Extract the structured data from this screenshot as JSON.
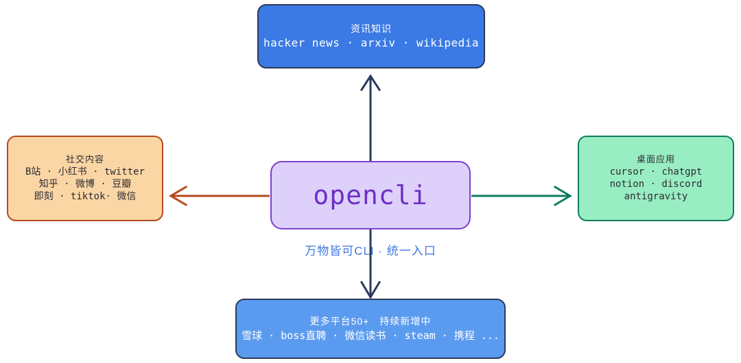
{
  "diagram": {
    "title": "opencli",
    "tagline": "万物皆可CLI  ·  统一入口",
    "colors": {
      "core_fill": "#ddd0fb",
      "core_border": "#7c3fd0",
      "core_text": "#6d2fc4",
      "info_fill": "#3b7ae4",
      "info_border": "#2a3a5c",
      "social_fill": "#fbd6a5",
      "social_border": "#b5491f",
      "desktop_fill": "#99edc3",
      "desktop_border": "#0f7b5f",
      "more_fill": "#5b9bef",
      "more_border": "#2a3a5c",
      "tagline_text": "#3f78e0",
      "arrow_up": "#2a3a5c",
      "arrow_down": "#2a3a5c",
      "arrow_left": "#b5491f",
      "arrow_right": "#0f7b5f"
    },
    "nodes": {
      "core": {
        "label": "opencli"
      },
      "info": {
        "title": "资讯知识",
        "items": "hacker news · arxiv · wikipedia"
      },
      "social": {
        "title": "社交内容",
        "line1": "B站 · 小红书 · twitter",
        "line2": "知乎 · 微博 · 豆瓣",
        "line3": "即刻 · tiktok· 微信"
      },
      "desktop": {
        "title": "桌面应用",
        "line1": "cursor · chatgpt",
        "line2": "notion · discord",
        "line3": "antigravity"
      },
      "more": {
        "title": "更多平台50+　持续新增中",
        "items": "雪球 · boss直聘 · 微信读书 · steam · 携程 ..."
      }
    },
    "arrows": {
      "up": "arrow-up-icon",
      "down": "arrow-down-icon",
      "left": "arrow-left-icon",
      "right": "arrow-right-icon"
    }
  }
}
